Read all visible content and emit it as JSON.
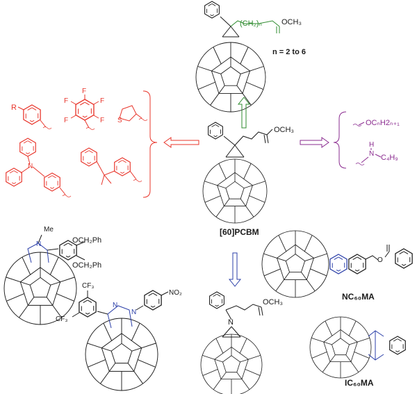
{
  "colors": {
    "black": "#1a1a1a",
    "green": "#2e8b2e",
    "red": "#e8342a",
    "purple": "#8a2b8f",
    "blue": "#2b3fa8"
  },
  "labels": {
    "top_ch2": "(CH₂)ₙ",
    "top_ome": "OCH₃",
    "top_n": "n = 2 to 6",
    "center_ome": "OCH₃",
    "center_name": "[60]PCBM",
    "red_R": "R",
    "red_F": "F",
    "red_S": "S",
    "purple_och": "OCₙH2ₙ₊₁",
    "purple_H": "H",
    "purple_N": "N",
    "purple_c4h9": "C₄H₉",
    "bl_Me": "Me",
    "bl_N": "N",
    "bl_och2ph_1": "OCH₂Ph",
    "bl_och2ph_2": "OCH₂Ph",
    "pz_cf3_1": "CF₃",
    "pz_cf3_2": "CF₃",
    "pz_N1": "N",
    "pz_N2": "N",
    "pz_no2": "NO₂",
    "az_N": "N",
    "az_ome": "OCH₃",
    "nc_name": "NC₆₀MA",
    "ic_name": "IC₆₀MA"
  }
}
